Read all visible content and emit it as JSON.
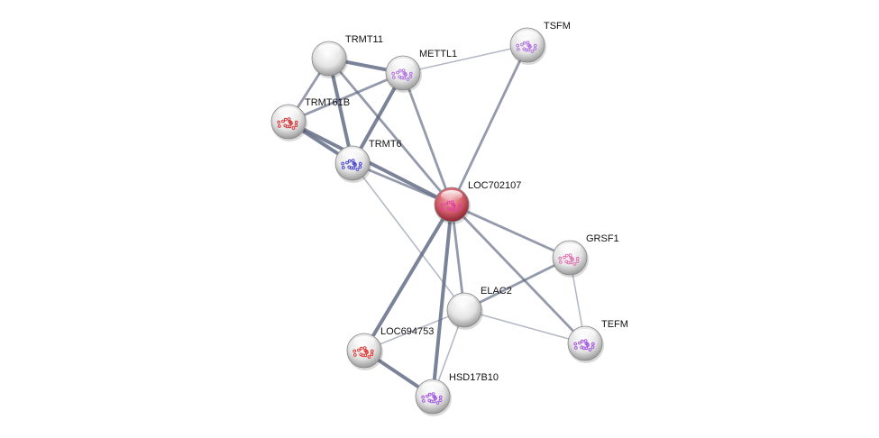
{
  "network": {
    "query_color": "#c8404c",
    "default_color": "#e6e6e6",
    "edge_color": "#5a6480",
    "nodes": [
      {
        "id": "TRMT11",
        "label": "TRMT11",
        "structure": "none"
      },
      {
        "id": "METTL1",
        "label": "METTL1",
        "structure": "#b070e0"
      },
      {
        "id": "TSFM",
        "label": "TSFM",
        "structure": "#b070e0"
      },
      {
        "id": "TRMT61B",
        "label": "TRMT61B",
        "structure": "#d03030"
      },
      {
        "id": "TRMT6",
        "label": "TRMT6",
        "structure": "#4040d0"
      },
      {
        "id": "LOC702107",
        "label": "LOC702107",
        "structure": "#e040a0",
        "query": true
      },
      {
        "id": "GRSF1",
        "label": "GRSF1",
        "structure": "#e070b0"
      },
      {
        "id": "ELAC2",
        "label": "ELAC2",
        "structure": "none"
      },
      {
        "id": "TEFM",
        "label": "TEFM",
        "structure": "#a050e0"
      },
      {
        "id": "LOC694753",
        "label": "LOC694753",
        "structure": "#e03030"
      },
      {
        "id": "HSD17B10",
        "label": "HSD17B10",
        "structure": "#a050e0"
      }
    ],
    "edges": [
      [
        "TRMT11",
        "METTL1",
        3
      ],
      [
        "TRMT11",
        "TRMT61B",
        2
      ],
      [
        "TRMT11",
        "TRMT6",
        3
      ],
      [
        "TRMT11",
        "LOC702107",
        2
      ],
      [
        "METTL1",
        "TSFM",
        1
      ],
      [
        "METTL1",
        "TRMT61B",
        2
      ],
      [
        "METTL1",
        "TRMT6",
        3
      ],
      [
        "METTL1",
        "LOC702107",
        2
      ],
      [
        "TSFM",
        "LOC702107",
        2
      ],
      [
        "TRMT61B",
        "TRMT6",
        3
      ],
      [
        "TRMT61B",
        "LOC702107",
        3
      ],
      [
        "TRMT6",
        "LOC702107",
        2
      ],
      [
        "TRMT6",
        "ELAC2",
        1
      ],
      [
        "LOC702107",
        "GRSF1",
        2
      ],
      [
        "LOC702107",
        "ELAC2",
        2
      ],
      [
        "LOC702107",
        "TEFM",
        2
      ],
      [
        "LOC702107",
        "LOC694753",
        3
      ],
      [
        "LOC702107",
        "HSD17B10",
        3
      ],
      [
        "GRSF1",
        "ELAC2",
        2
      ],
      [
        "GRSF1",
        "TEFM",
        1
      ],
      [
        "ELAC2",
        "TEFM",
        1
      ],
      [
        "ELAC2",
        "LOC694753",
        1
      ],
      [
        "ELAC2",
        "HSD17B10",
        1
      ],
      [
        "LOC694753",
        "HSD17B10",
        3
      ]
    ]
  }
}
